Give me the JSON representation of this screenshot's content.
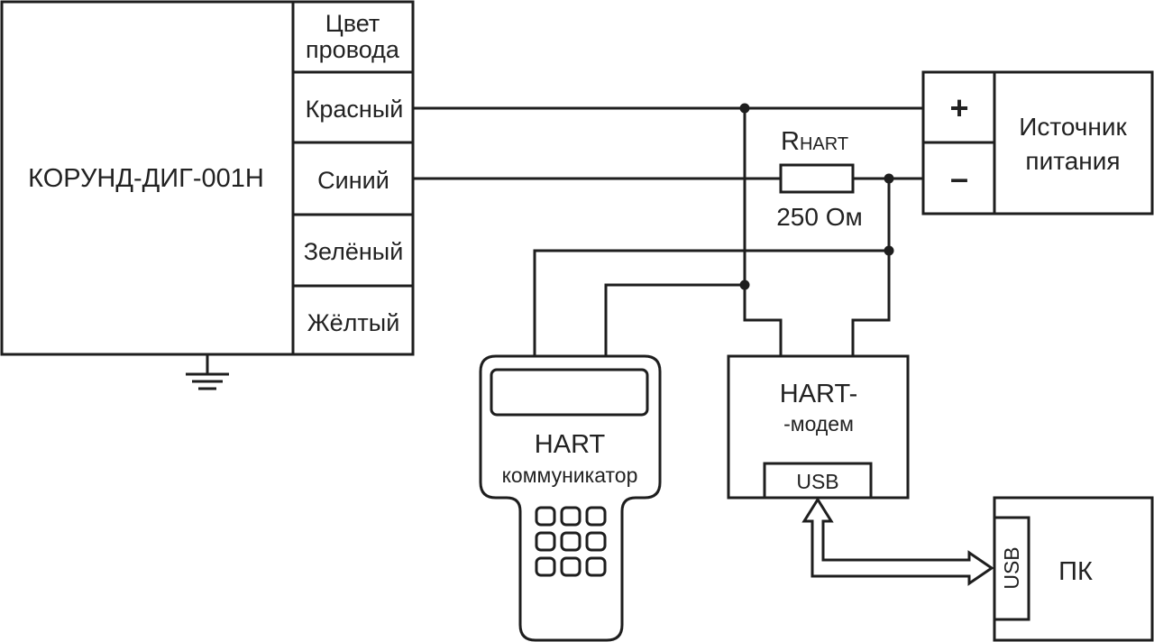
{
  "device": {
    "name": "КОРУНД-ДИГ-001Н",
    "wire_header": [
      "Цвет",
      "провода"
    ],
    "wires": [
      "Красный",
      "Синий",
      "Зелёный",
      "Жёлтый"
    ]
  },
  "power_supply": {
    "plus": "+",
    "minus": "–",
    "label": [
      "Источник",
      "питания"
    ]
  },
  "resistor": {
    "label_main": "R",
    "label_sub": "HART",
    "value": "250 Ом"
  },
  "communicator": {
    "label": [
      "HART",
      "коммуникатор"
    ]
  },
  "modem": {
    "label": [
      "HART-",
      "-модем"
    ],
    "port": "USB"
  },
  "pc": {
    "label": "ПК",
    "port": "USB"
  }
}
